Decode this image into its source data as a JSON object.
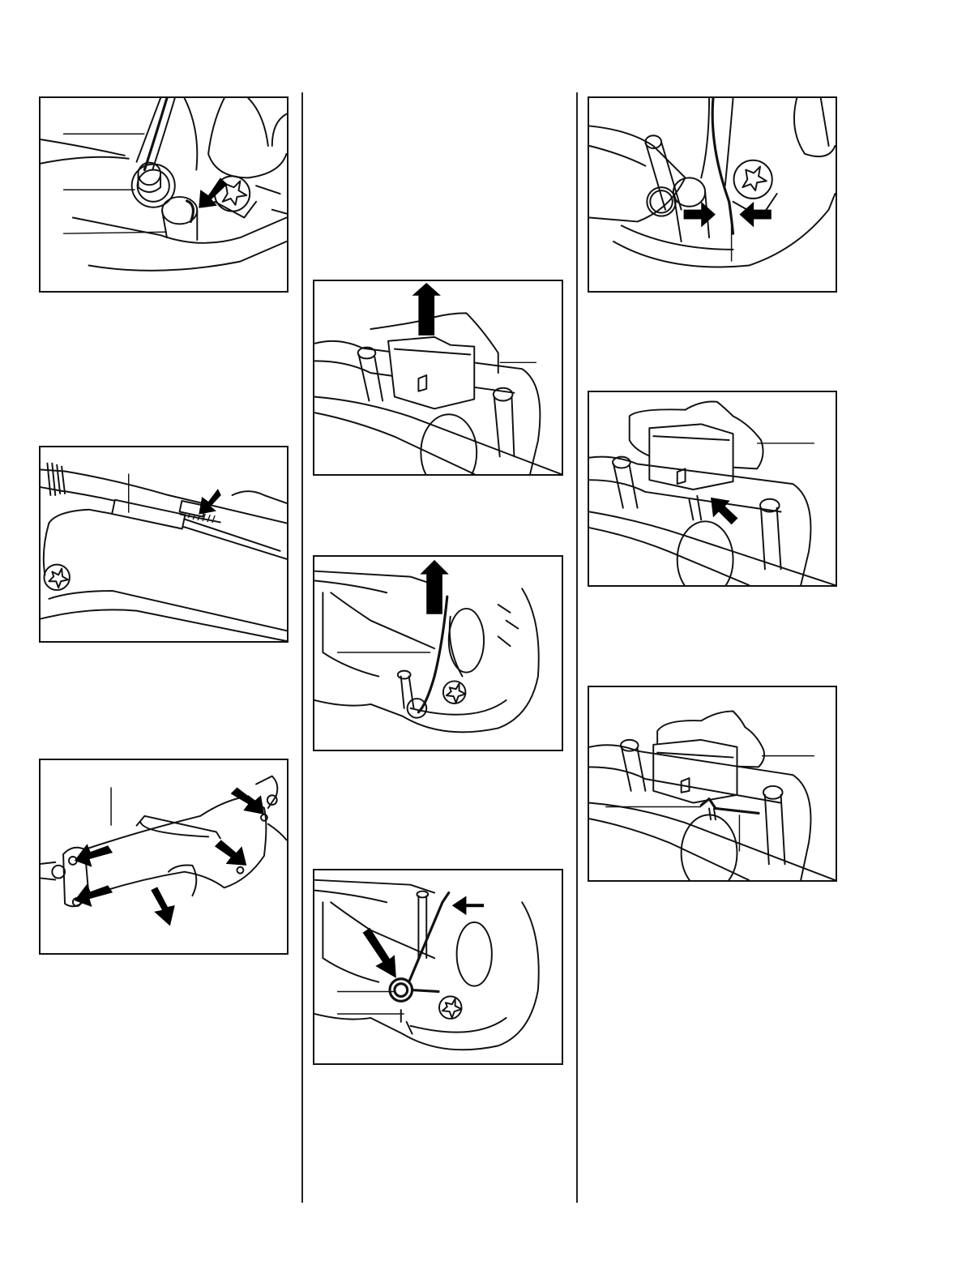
{
  "page": {
    "type": "service-manual-illustration-page",
    "columns": 3
  },
  "figures": [
    {
      "id": "fig-1",
      "subject": "spring-and-pivot-close-up",
      "callouts": 3,
      "arrows": 1
    },
    {
      "id": "fig-2",
      "subject": "throttle-cable-spring",
      "callouts": 1,
      "arrows": 1
    },
    {
      "id": "fig-3",
      "subject": "handle-housing-screws",
      "callouts": 1,
      "arrows": 5
    },
    {
      "id": "fig-4",
      "subject": "lift-out-lever",
      "callouts": 1,
      "arrows": 1
    },
    {
      "id": "fig-5",
      "subject": "remove-spring",
      "callouts": 1,
      "arrows": 1
    },
    {
      "id": "fig-6",
      "subject": "install-torsion-spring",
      "callouts": 2,
      "arrows": 2
    },
    {
      "id": "fig-7",
      "subject": "spring-leg-position",
      "callouts": 1,
      "arrows": 2
    },
    {
      "id": "fig-8",
      "subject": "insert-lever",
      "callouts": 1,
      "arrows": 1
    },
    {
      "id": "fig-9",
      "subject": "lever-installed",
      "callouts": 2,
      "arrows": 0
    }
  ]
}
